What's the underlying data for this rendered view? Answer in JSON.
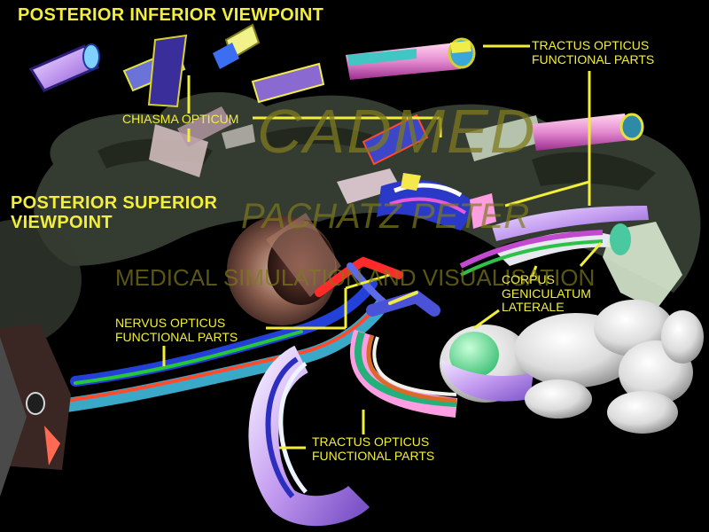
{
  "labels": {
    "posterior_inferior": "POSTERIOR INFERIOR VIEWPOINT",
    "posterior_superior": [
      "POSTERIOR SUPERIOR",
      "VIEWPOINT"
    ],
    "tractus_top": [
      "TRACTUS OPTICUS",
      "FUNCTIONAL PARTS"
    ],
    "chiasma": "CHIASMA OPTICUM",
    "corpus": [
      "CORPUS",
      "GENICULATUM",
      "LATERALE"
    ],
    "nervus": [
      "NERVUS OPTICUS",
      "FUNCTIONAL PARTS"
    ],
    "tractus_bottom": [
      "TRACTUS OPTICUS",
      "FUNCTIONAL PARTS"
    ]
  },
  "watermark": {
    "brand": "CADMED",
    "author": "PACHATZ PETER",
    "tagline": "MEDICAL SIMULATION AND VISUALISATION"
  },
  "colors": {
    "label": "#f2ee3a",
    "leader": "#f2ee3a",
    "watermark": "#7e7a1e",
    "background": "#000000"
  }
}
